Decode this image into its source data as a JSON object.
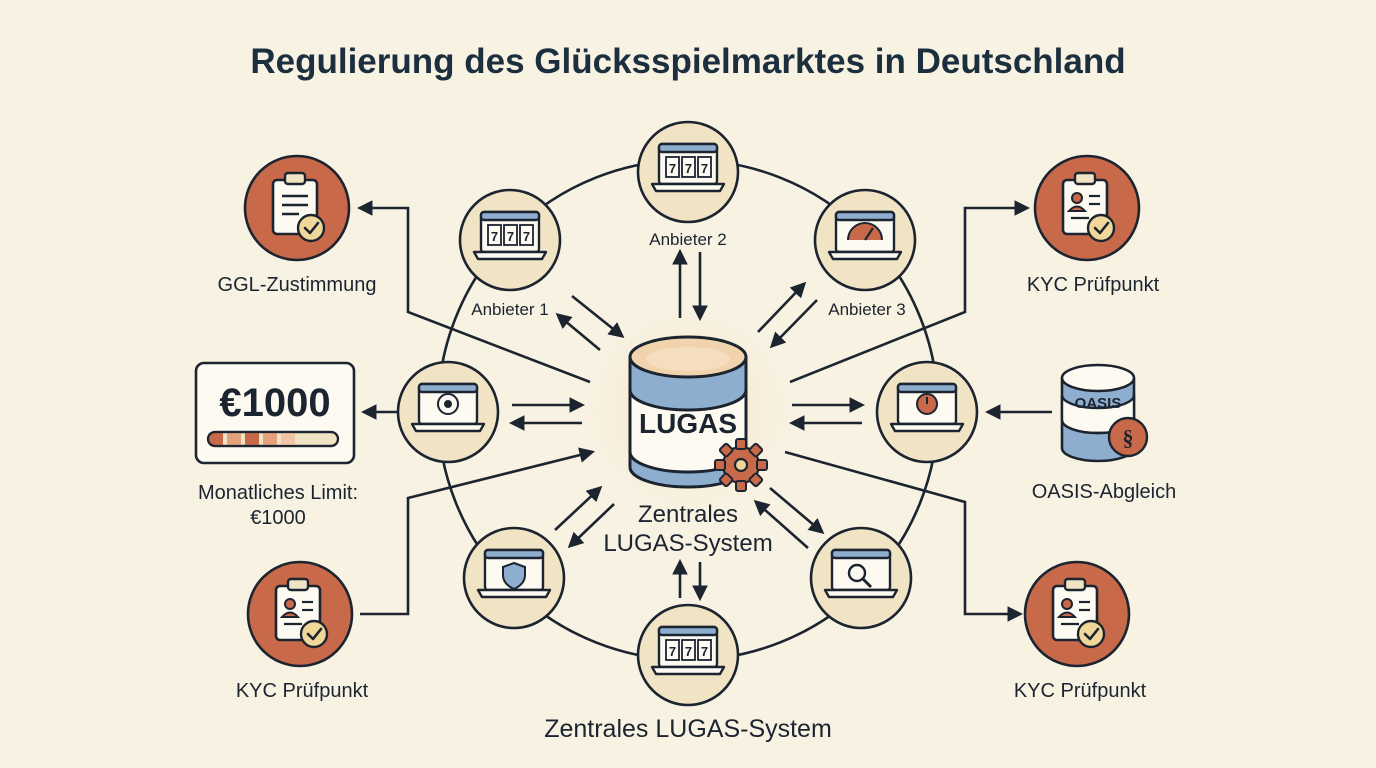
{
  "title": "Regulierung des Glücksspielmarktes in Deutschland",
  "center": {
    "db_label": "LUGAS",
    "caption_line1": "Zentrales",
    "caption_line2": "LUGAS-System"
  },
  "providers": {
    "p1": "Anbieter 1",
    "p2": "Anbieter 2",
    "p3": "Anbieter 3"
  },
  "outer": {
    "ggl": "GGL-Zustimmung",
    "kyc_top_right": "KYC Prüfpunkt",
    "oasis_label": "OASIS-Abgleich",
    "oasis_db": "OASIS",
    "kyc_bottom_left": "KYC Prüfpunkt",
    "kyc_bottom_right": "KYC Prüfpunkt",
    "limit_amount": "€1000",
    "limit_caption_line1": "Monatliches Limit:",
    "limit_caption_line2": "€1000"
  },
  "bottom_caption": "Zentrales LUGAS-System",
  "colors": {
    "background": "#f8f2e3",
    "node_fill": "#f1e4c4",
    "accent_terracotta": "#c8694a",
    "db_blue": "#8eaecf",
    "dark": "#1c2430"
  },
  "icons": [
    "clipboard-check-icon",
    "clipboard-user-icon",
    "laptop-slot-icon",
    "laptop-gauge-icon",
    "laptop-ball-icon",
    "laptop-timer-icon",
    "laptop-shield-icon",
    "laptop-search-icon",
    "database-icon",
    "gear-icon",
    "paragraph-icon"
  ]
}
